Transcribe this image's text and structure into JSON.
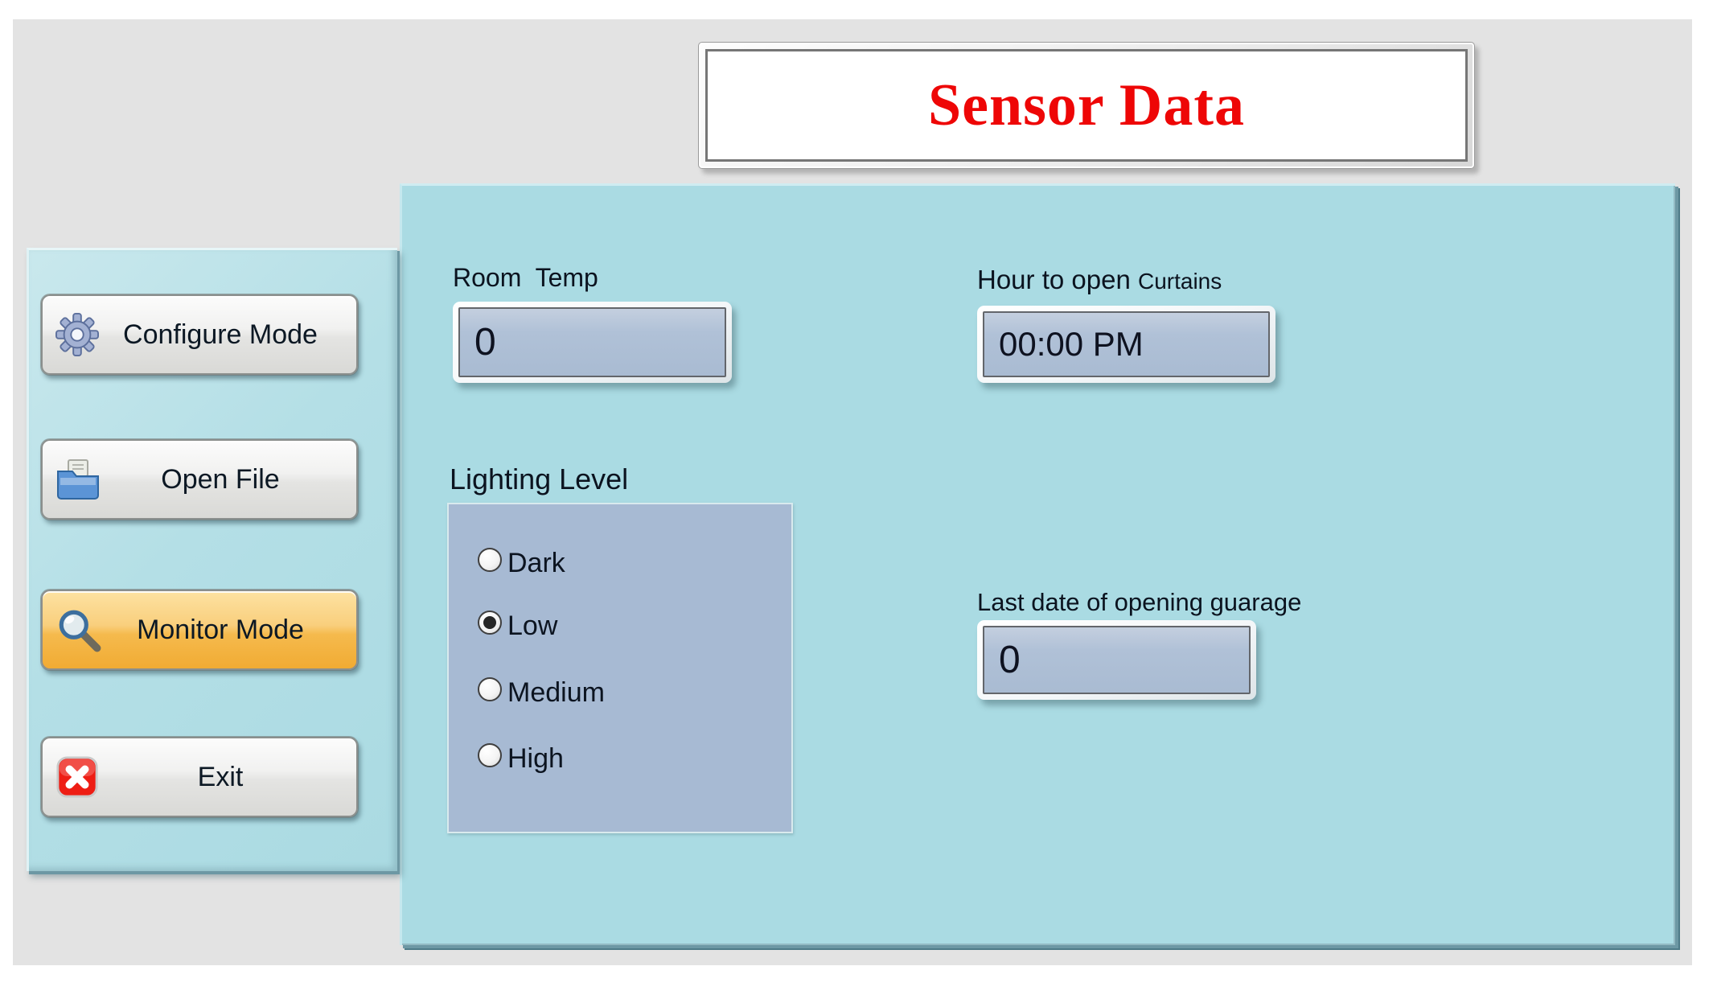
{
  "window": {
    "background_color": "#e3e3e3",
    "panel_color": "#aadbe3",
    "sidebar_color": "#b4dfe6",
    "field_color": "#aebfd6",
    "accent_orange": "#f5ba4d",
    "title_red": "#ee0606"
  },
  "title_box": {
    "text": "Sensor Data"
  },
  "sidebar": {
    "buttons": [
      {
        "id": "configure-mode",
        "label": "Configure Mode",
        "icon": "gear-icon",
        "state": "default"
      },
      {
        "id": "open-file",
        "label": "Open File",
        "icon": "open-file-icon",
        "state": "default"
      },
      {
        "id": "monitor-mode",
        "label": "Monitor Mode",
        "icon": "magnifier-icon",
        "state": "active"
      },
      {
        "id": "exit",
        "label": "Exit",
        "icon": "exit-icon",
        "state": "default"
      }
    ]
  },
  "main_panel": {
    "room_temp": {
      "label": "Room  Temp",
      "value": "0"
    },
    "hour": {
      "label": "Hour to open ",
      "label_suffix": "Curtains",
      "value": "00:00 PM"
    },
    "lighting": {
      "label": "Lighting Level",
      "options": [
        "Dark",
        "Low",
        "Medium",
        "High"
      ],
      "selected": "Low"
    },
    "last_date": {
      "label": "Last date of opening guarage",
      "value": "0"
    }
  }
}
